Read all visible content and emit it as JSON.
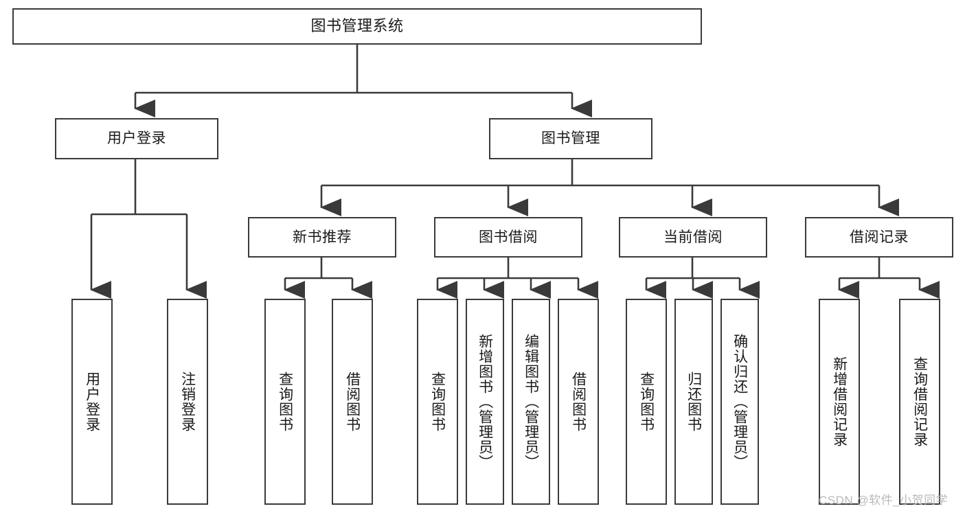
{
  "diagram": {
    "title": "图书管理系统",
    "type": "tree-hierarchy-diagram",
    "colors": {
      "box_border": "#3a3a3a",
      "box_fill": "#ffffff",
      "connector": "#3a3a3a",
      "text": "#1a1a1a",
      "watermark": "#b9b9b9",
      "background": "#ffffff"
    },
    "levels": {
      "root": "图书管理系统",
      "level2": [
        "用户登录",
        "图书管理"
      ],
      "level3": [
        "新书推荐",
        "图书借阅",
        "当前借阅",
        "借阅记录"
      ],
      "level4_count": 13
    }
  },
  "nodes": {
    "root": {
      "label": "图书管理系统"
    },
    "user_login": {
      "label": "用户登录"
    },
    "book_manage": {
      "label": "图书管理"
    },
    "new_book_rec": {
      "label": "新书推荐"
    },
    "book_borrow": {
      "label": "图书借阅"
    },
    "current_borrow": {
      "label": "当前借阅"
    },
    "borrow_record": {
      "label": "借阅记录"
    },
    "leaf_user_login": {
      "label": "用户登录"
    },
    "leaf_logout": {
      "label": "注销登录"
    },
    "leaf_query_book_1": {
      "label": "查询图书"
    },
    "leaf_borrow_book_1": {
      "label": "借阅图书"
    },
    "leaf_query_book_2": {
      "label": "查询图书"
    },
    "leaf_add_book": {
      "label": "新增图书（管理员）"
    },
    "leaf_edit_book": {
      "label": "编辑图书（管理员）"
    },
    "leaf_borrow_book_2": {
      "label": "借阅图书"
    },
    "leaf_query_book_3": {
      "label": "查询图书"
    },
    "leaf_return_book": {
      "label": "归还图书"
    },
    "leaf_confirm_return": {
      "label": "确认归还（管理员）"
    },
    "leaf_add_record": {
      "label": "新增借阅记录"
    },
    "leaf_query_record": {
      "label": "查询借阅记录"
    }
  },
  "watermark": {
    "text": "CSDN @软件_小贺同学"
  }
}
